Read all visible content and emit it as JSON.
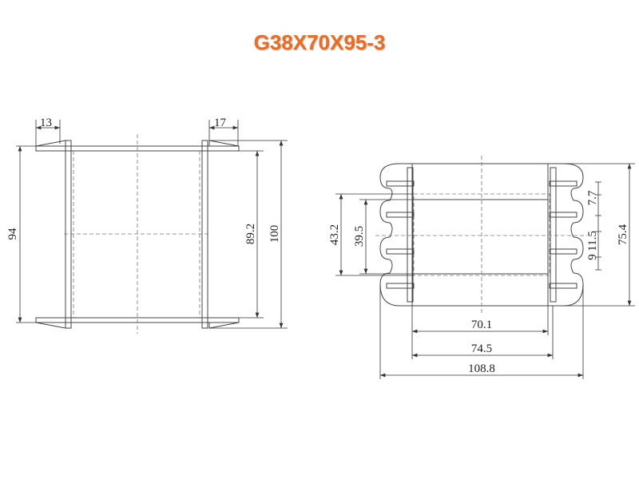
{
  "title": "G38X70X95-3",
  "front_view": {
    "dims": {
      "top_left": "13",
      "top_right": "17",
      "height_outer": "94",
      "inner_height": "89.2",
      "total_height": "100"
    }
  },
  "side_view": {
    "dims": {
      "slot_outer": "43.2",
      "slot_inner": "39.5",
      "pitch_a": "7.7",
      "pitch_b": "11.5",
      "pitch_c": "9",
      "height": "75.4",
      "core_width": "70.1",
      "inner_width": "74.5",
      "total_width": "108.8"
    }
  },
  "colors": {
    "title": "#f26a1b",
    "line": "#444444"
  }
}
